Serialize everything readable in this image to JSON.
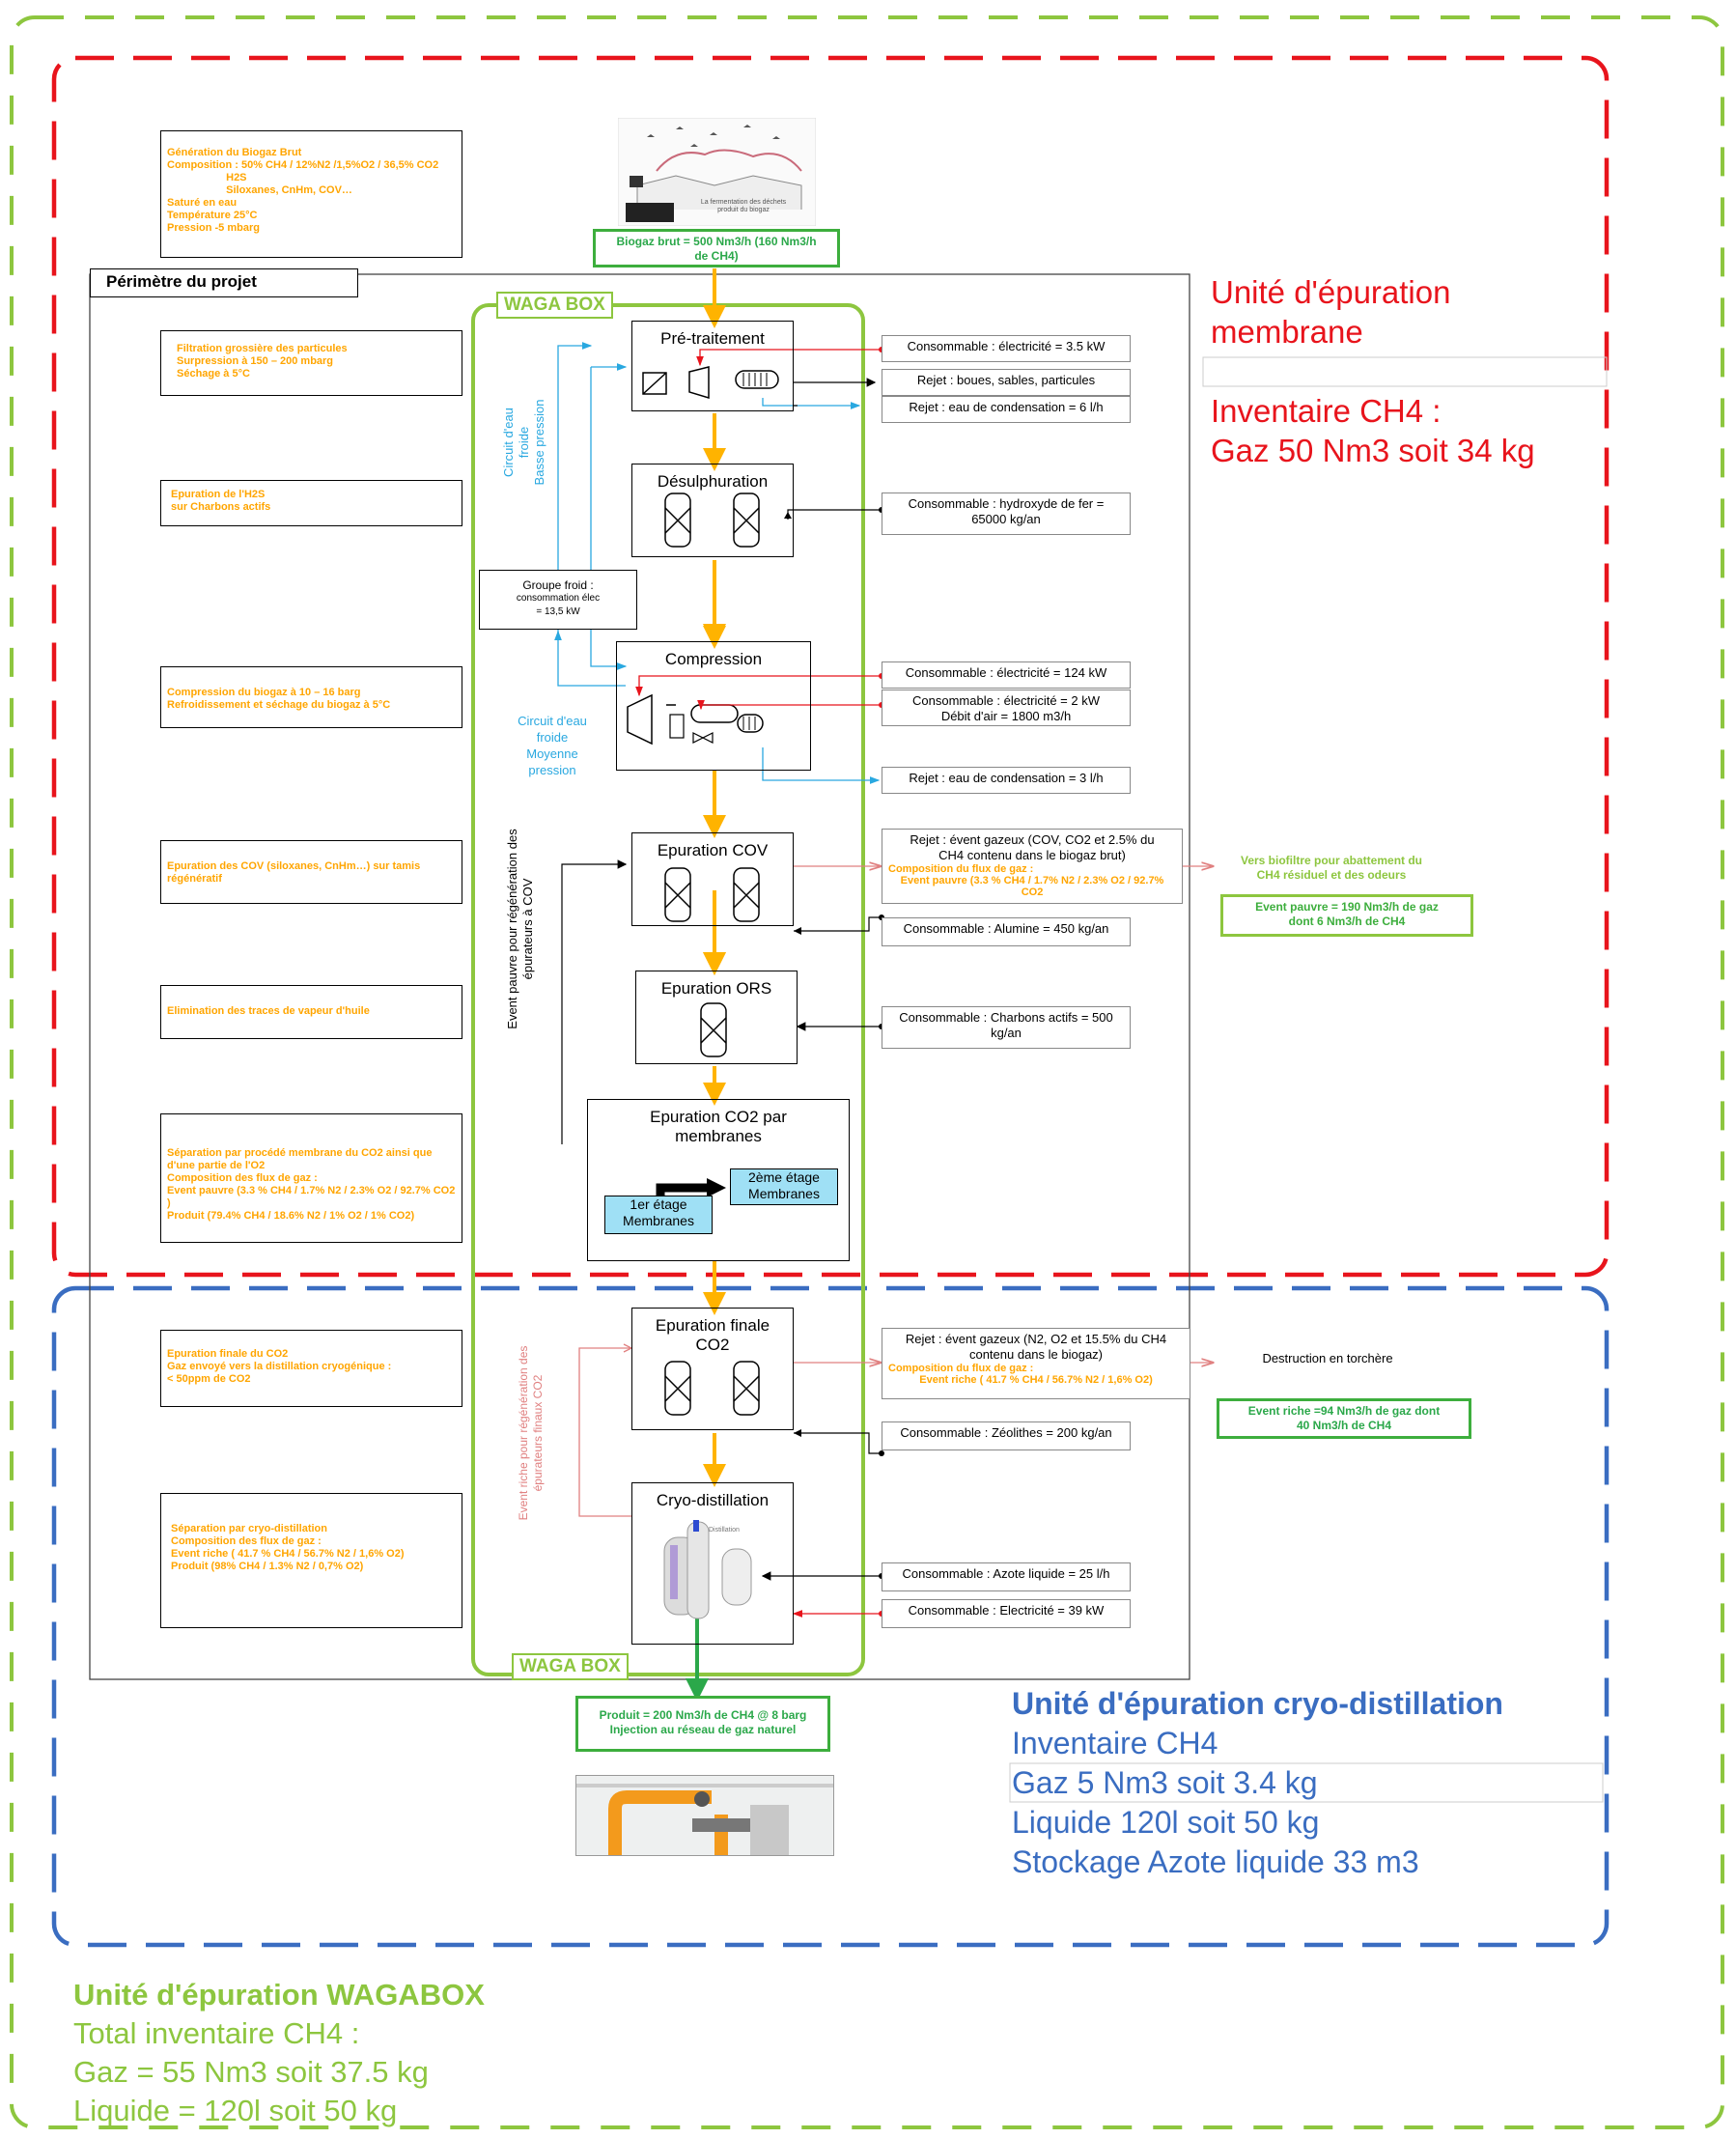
{
  "title_box": "Périmètre du projet",
  "waga_label": "WAGA BOX",
  "left_notes": [
    [
      "Génération du Biogaz Brut",
      "Composition : 50% CH4 / 12%N2 /1,5%O2 / 36,5% CO2",
      "                    H2S",
      "                    Siloxanes, CnHm, COV…",
      "Saturé en eau",
      "Température 25°C",
      "Pression -5 mbarg"
    ],
    [
      "Filtration grossière des particules",
      "Surpression à 150 – 200 mbarg",
      "Séchage à 5°C"
    ],
    [
      "Epuration de l'H2S",
      "sur Charbons actifs"
    ],
    [
      "Compression du biogaz à 10 – 16 barg",
      "Refroidissement et séchage du biogaz à 5°C"
    ],
    [
      "Epuration des COV (siloxanes, CnHm…) sur tamis",
      "régénératif"
    ],
    [
      "Elimination des traces de vapeur d'huile"
    ],
    [
      "Séparation par procédé membrane du CO2 ainsi que",
      "d'une partie de l'O2",
      "Composition des flux de gaz :",
      "Event pauvre (3.3 % CH4 / 1.7% N2 / 2.3% O2 / 92.7% CO2",
      ")",
      "Produit (79.4% CH4 / 18.6% N2 / 1% O2 / 1% CO2)"
    ],
    [
      "Epuration finale du CO2",
      "Gaz envoyé vers la distillation cryogénique :",
      "< 50ppm de CO2"
    ],
    [
      "Séparation par cryo-distillation",
      "Composition des flux de gaz :",
      "Event riche ( 41.7 % CH4 / 56.7% N2 / 1,6% O2)",
      "Produit (98% CH4 / 1.3% N2 / 0,7% O2)"
    ]
  ],
  "stages": {
    "pretraitement": "Pré-traitement",
    "desulph": "Désulphuration",
    "compression": "Compression",
    "cov": "Epuration COV",
    "ors": "Epuration ORS",
    "co2mem": "Epuration CO2 par membranes",
    "finale": "Epuration finale CO2",
    "cryo": "Cryo-distillation"
  },
  "membranes": {
    "first": "1er étage Membranes",
    "second": "2ème étage Membranes"
  },
  "groupe_froid": [
    "Groupe froid :",
    "consommation élec",
    "= 13,5 kW"
  ],
  "circuit_bp": [
    "Circuit d'eau",
    "froide",
    "Basse pression"
  ],
  "circuit_mp": [
    "Circuit d'eau",
    "froide",
    "Moyenne",
    "pression"
  ],
  "event_pauvre_vertical": [
    "Event pauvre pour régénération des",
    "épurateurs à COV"
  ],
  "event_riche_vertical": [
    "Event riche pour régénération des",
    "épurateurs finaux CO2"
  ],
  "right_boxes": {
    "c1": "Consommable : électricité = 3.5 kW",
    "r1": "Rejet : boues, sables, particules",
    "r2": "Rejet : eau de condensation = 6 l/h",
    "c2": [
      "Consommable : hydroxyde de fer =",
      "65000 kg/an"
    ],
    "c3": "Consommable : électricité = 124 kW",
    "c4": [
      "Consommable : électricité = 2 kW",
      "Débit d'air = 1800 m3/h"
    ],
    "r3": "Rejet : eau de condensation = 3 l/h",
    "r4": [
      "Rejet : évent gazeux (COV, CO2 et 2.5% du",
      "CH4 contenu dans le biogaz brut)"
    ],
    "r4o": [
      "Composition du flux de gaz :",
      "Event pauvre (3.3 % CH4 / 1.7% N2 / 2.3% O2 / 92.7%",
      "CO2"
    ],
    "c5": "Consommable : Alumine = 450 kg/an",
    "c6": [
      "Consommable : Charbons actifs = 500",
      "kg/an"
    ],
    "r5": [
      "Rejet : évent gazeux (N2, O2 et 15.5% du CH4",
      "contenu dans le biogaz)"
    ],
    "r5o": [
      "Composition du flux de gaz :",
      "Event riche ( 41.7 % CH4 / 56.7% N2 / 1,6% O2)"
    ],
    "c7": "Consommable : Zéolithes = 200 kg/an",
    "c8": "Consommable : Azote liquide = 25 l/h",
    "c9": "Consommable : Electricité = 39 kW"
  },
  "biogaz_brut": [
    "Biogaz brut = 500 Nm3/h (160 Nm3/h",
    "de CH4)"
  ],
  "produit": [
    "Produit = 200 Nm3/h de CH4 @ 8 barg",
    "Injection au réseau de gaz naturel"
  ],
  "vers_biofiltre": [
    "Vers biofiltre pour abattement du",
    "CH4 résiduel et des odeurs"
  ],
  "event_pauvre_box": [
    "Event pauvre = 190 Nm3/h de gaz",
    "dont 6 Nm3/h de CH4"
  ],
  "destruction": "Destruction en torchère",
  "event_riche_box": [
    "Event riche =94 Nm3/h de gaz dont",
    "40 Nm3/h de CH4"
  ],
  "image_caption": [
    "La fermentation des déchets",
    "produit du biogaz"
  ],
  "cryo_img_label": "Distillation",
  "membrane_unit": [
    "Unité d'épuration",
    "membrane",
    "Inventaire CH4 :",
    "Gaz 50 Nm3 soit 34 kg"
  ],
  "cryo_unit": [
    "Unité d'épuration cryo-distillation",
    "Inventaire CH4",
    "Gaz 5 Nm3 soit 3.4 kg",
    "Liquide 120l soit 50 kg",
    "Stockage Azote liquide 33 m3"
  ],
  "waga_unit": [
    "Unité d'épuration WAGABOX",
    "Total inventaire CH4 :",
    "Gaz = 55 Nm3 soit 37.5 kg",
    "Liquide = 120l soit 50 kg"
  ],
  "colors": {
    "red": "#E8141C",
    "blue": "#3A6DC1",
    "green": "#8DC63F",
    "orange": "#FFB300",
    "cyan": "#29A8E0",
    "dark_green": "#2BA84A"
  }
}
